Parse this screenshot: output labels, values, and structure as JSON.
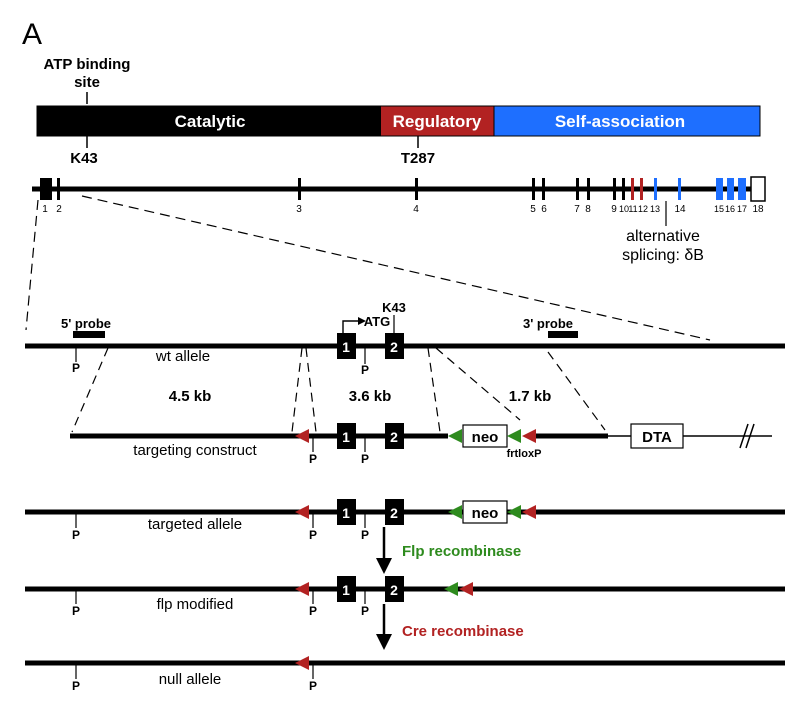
{
  "panel_label": "A",
  "domain_bar": {
    "atp_site_line1": "ATP binding",
    "atp_site_line2": "site",
    "catalytic": "Catalytic",
    "regulatory": "Regulatory",
    "self_association": "Self-association",
    "k43": "K43",
    "t287": "T287",
    "colors": {
      "catalytic": "#000000",
      "regulatory": "#b22222",
      "self_association": "#1e6fff"
    }
  },
  "gene_map": {
    "exon_labels": [
      "1",
      "2",
      "3",
      "4",
      "5",
      "6",
      "7",
      "8",
      "9",
      "10",
      "11",
      "12",
      "13",
      "14",
      "15",
      "16",
      "17",
      "18"
    ],
    "alt_splicing_line1": "alternative",
    "alt_splicing_line2": "splicing: δB"
  },
  "alleles": {
    "probe_5": "5' probe",
    "probe_3": "3' probe",
    "k43": "K43",
    "atg": "ATG",
    "wt_allele": "wt allele",
    "frag_1": "4.5 kb",
    "frag_2": "3.6 kb",
    "frag_3": "1.7 kb",
    "targeting_construct": "targeting construct",
    "targeted_allele": "targeted allele",
    "flp_modified": "flp modified",
    "null_allele": "null allele",
    "neo": "neo",
    "dta": "DTA",
    "frt_loxp": "frtloxP",
    "flp_recombinase": "Flp recombinase",
    "cre_recombinase": "Cre recombinase",
    "pstI_label": "P",
    "exon1": "1",
    "exon2": "2",
    "colors": {
      "frt": "#2e8b1e",
      "loxp": "#b22222"
    }
  }
}
